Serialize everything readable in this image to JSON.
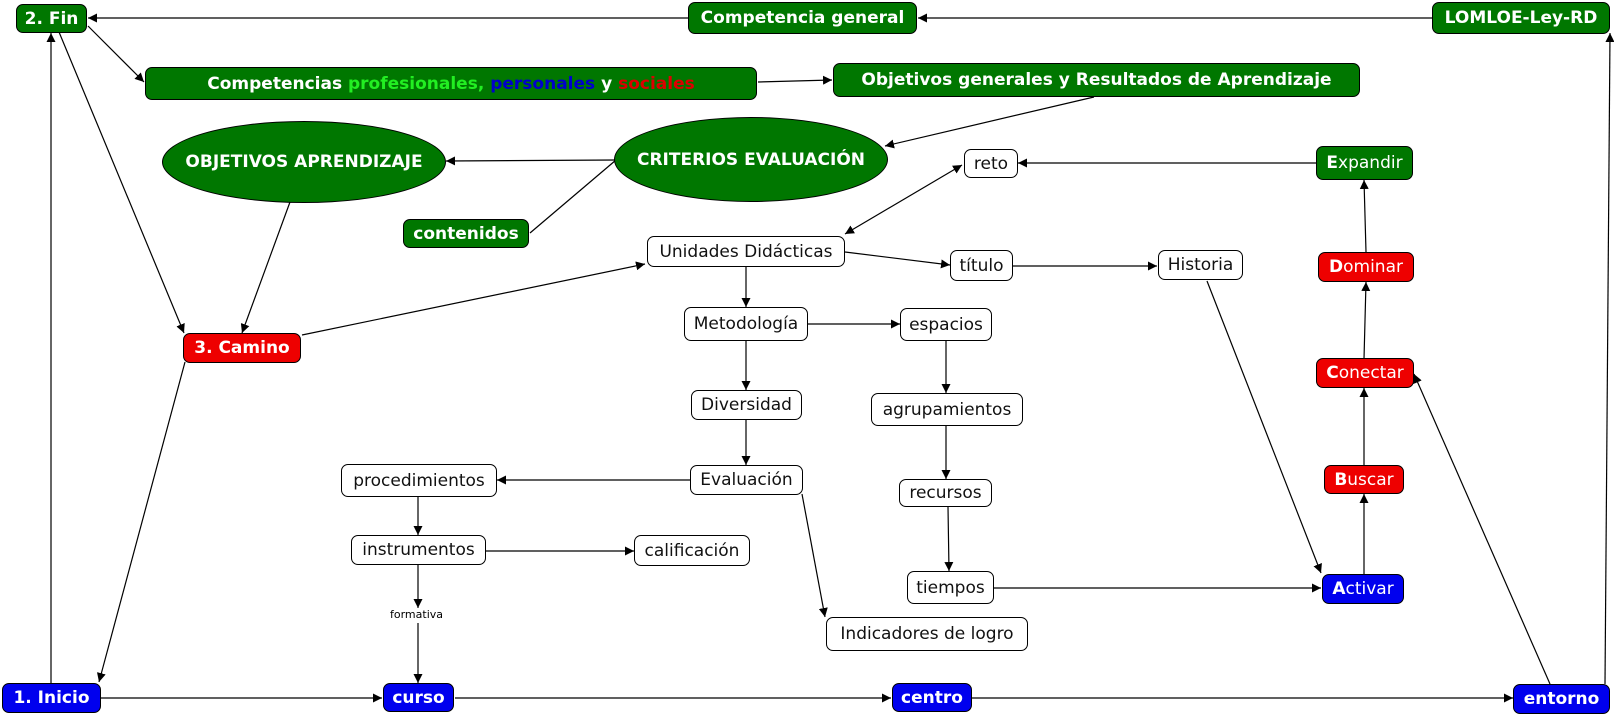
{
  "nodes": {
    "fin": "2. Fin",
    "competencia_general": "Competencia general",
    "lomloe": "LOMLOE-Ley-RD",
    "competencias": {
      "prefix": "Competencias ",
      "profesionales": "profesionales,",
      "personales": " personales",
      "y": " y ",
      "sociales": "sociales"
    },
    "objetivos_generales": "Objetivos generales y Resultados de Aprendizaje",
    "objetivos_aprendizaje": "OBJETIVOS APRENDIZAJE",
    "criterios_evaluacion": "CRITERIOS EVALUACIÓN",
    "contenidos": "contenidos",
    "reto": "reto",
    "expandir": {
      "initial": "E",
      "rest": "xpandir"
    },
    "unidades_didacticas": "Unidades Didácticas",
    "titulo": "título",
    "historia": "Historia",
    "dominar": {
      "initial": "D",
      "rest": "ominar"
    },
    "camino": "3. Camino",
    "metodologia": "Metodología",
    "espacios": "espacios",
    "conectar": {
      "initial": "C",
      "rest": "onectar"
    },
    "diversidad": "Diversidad",
    "agrupamientos": "agrupamientos",
    "procedimientos": "procedimientos",
    "evaluacion": "Evaluación",
    "buscar": {
      "initial": "B",
      "rest": "uscar"
    },
    "recursos": "recursos",
    "instrumentos": "instrumentos",
    "calificacion": "calificación",
    "tiempos": "tiempos",
    "activar": {
      "initial": "A",
      "rest": "ctivar"
    },
    "indicadores": "Indicadores de logro",
    "inicio": "1. Inicio",
    "curso": "curso",
    "centro": "centro",
    "entorno": "entorno"
  },
  "edge_labels": {
    "formativa": "formativa"
  },
  "colors": {
    "green": "#007700",
    "red": "#ee0000",
    "blue": "#0000ee",
    "text_green": "#22ee22",
    "text_blue": "#0000cc",
    "text_red": "#dd0000"
  }
}
